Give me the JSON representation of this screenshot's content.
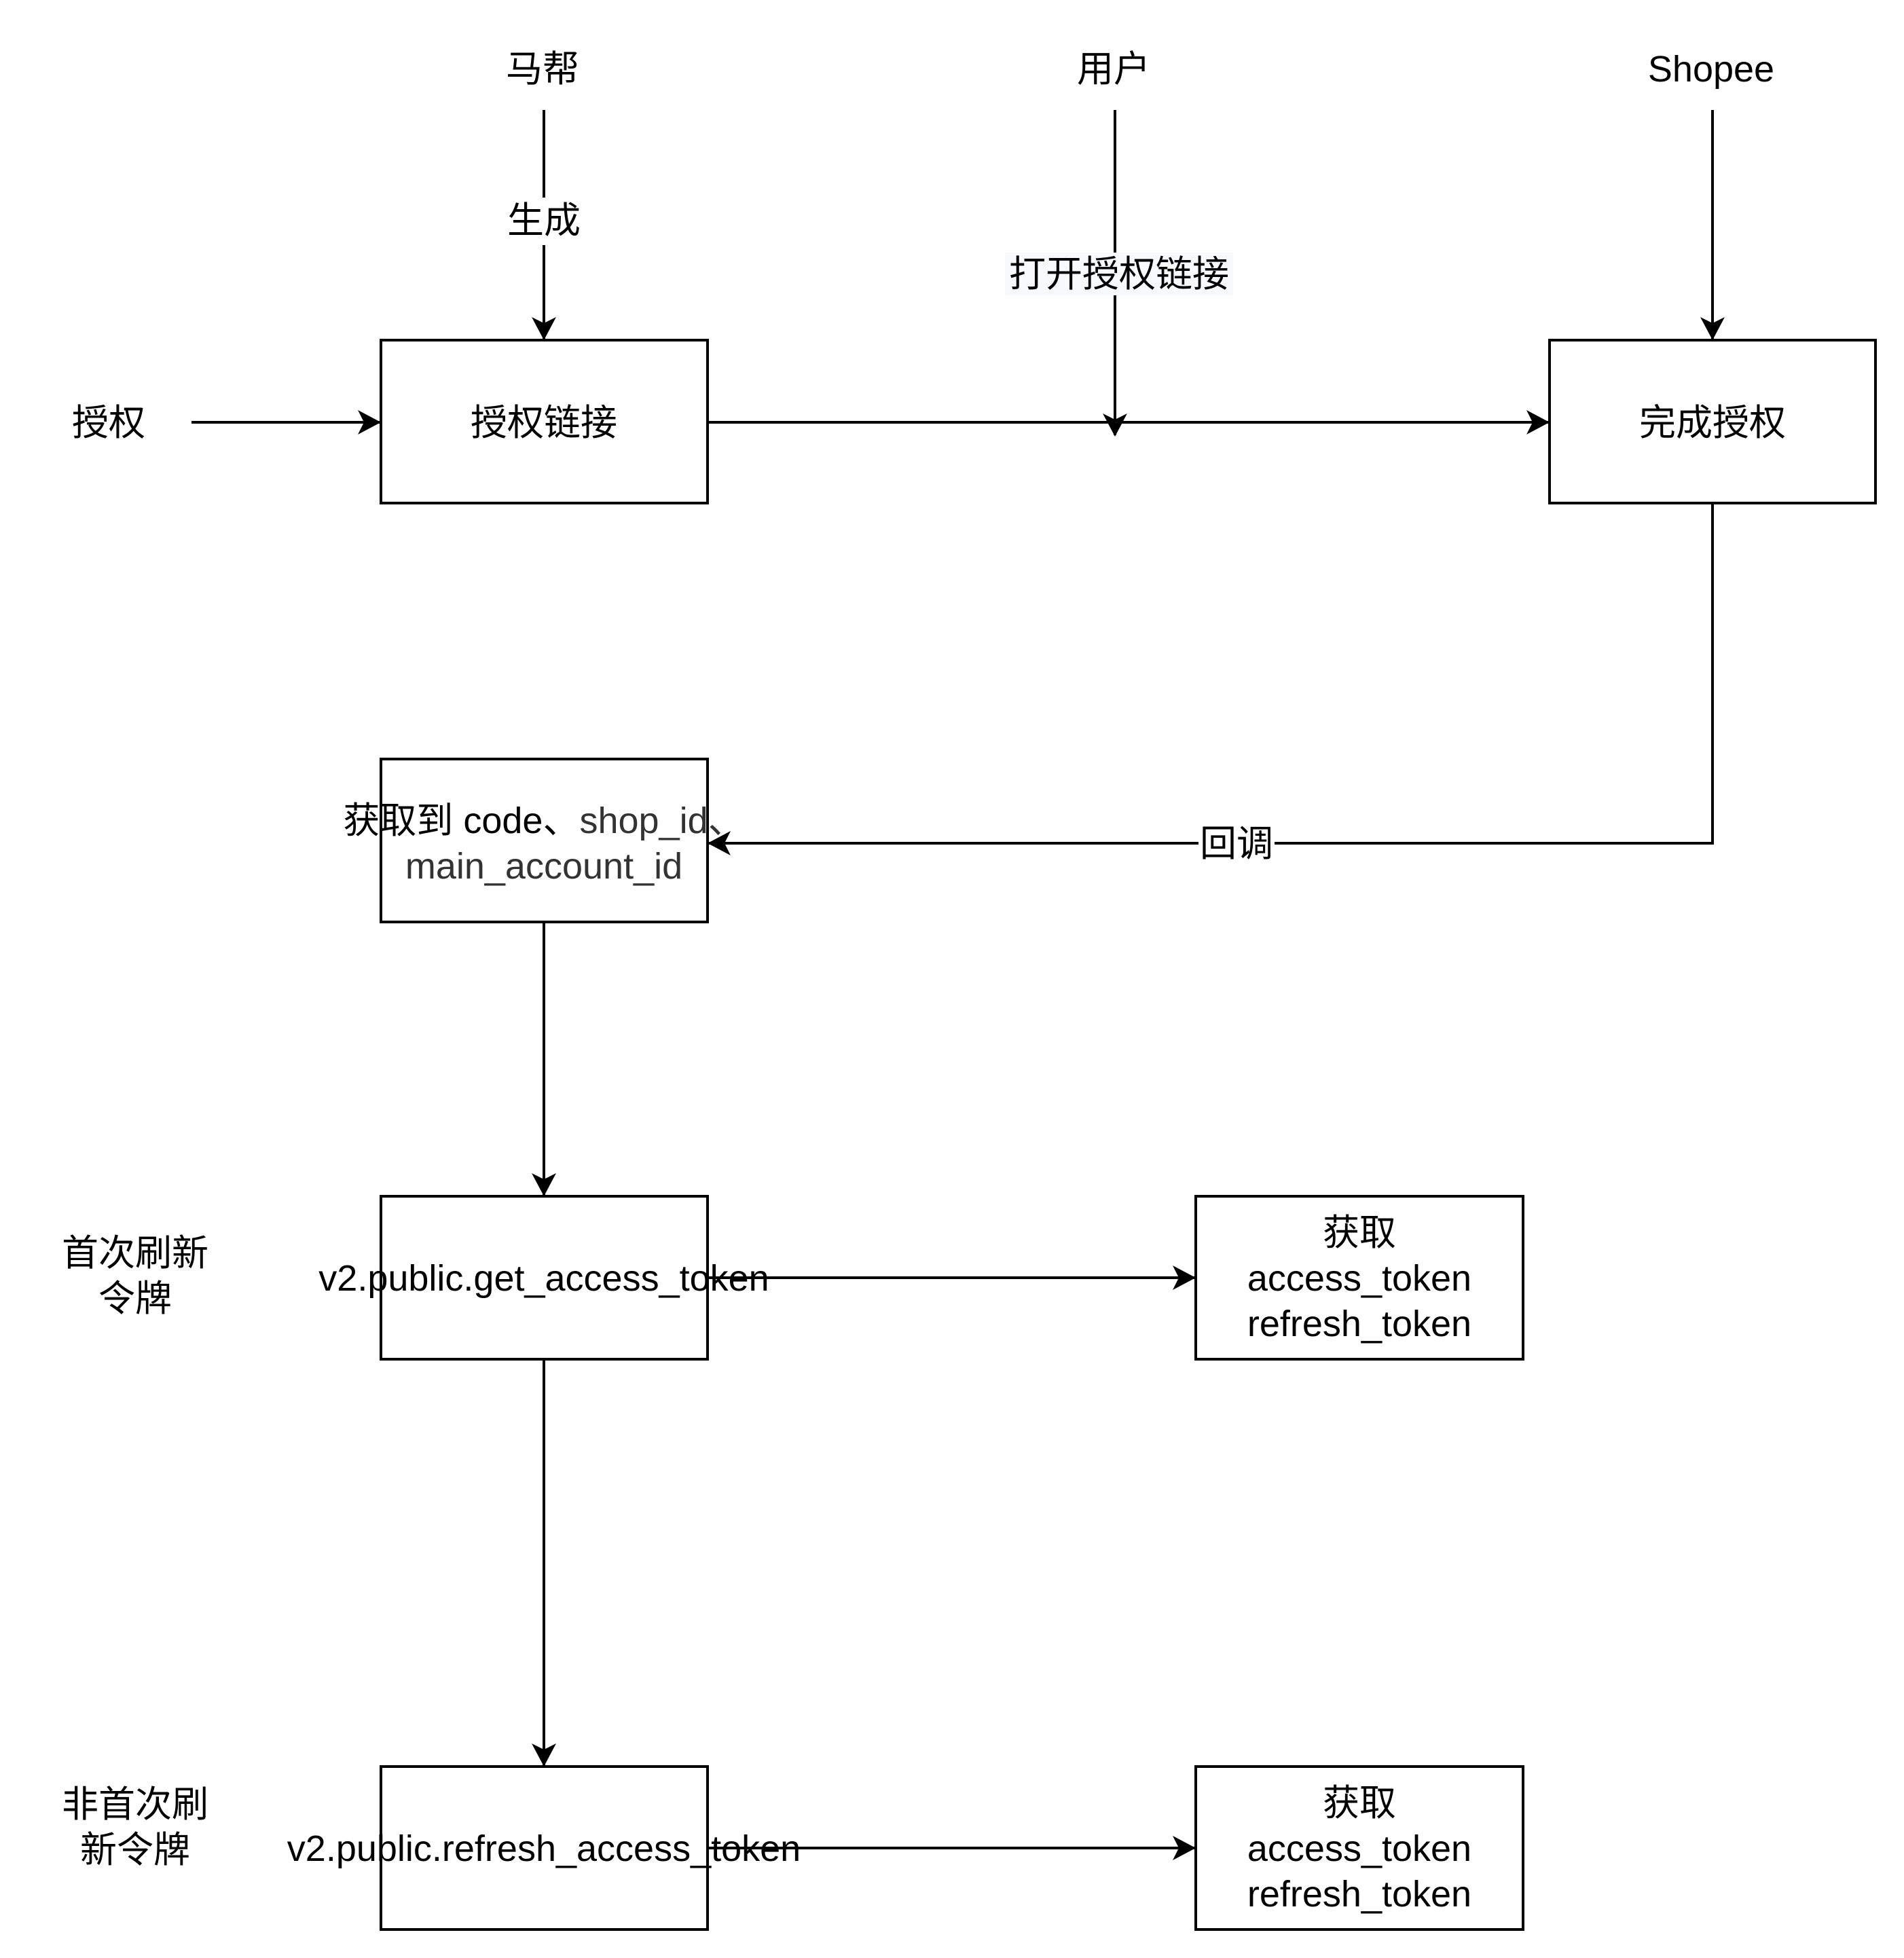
{
  "diagram": {
    "actors": {
      "mabang": "马帮",
      "user": "用户",
      "shopee": "Shopee"
    },
    "start_label": "授权",
    "nodes": {
      "auth_link": "授权链接",
      "complete_auth": "完成授权",
      "callback_result": {
        "line1_prefix": "获取到 code、",
        "line1_suffix": "shop_id、",
        "line2": "main_account_id"
      },
      "get_access_token": "v2.public.get_access_token",
      "refresh_access_token": "v2.public.refresh_access_token",
      "result_first": [
        "获取",
        "access_token",
        "refresh_token"
      ],
      "result_refresh": [
        "获取",
        "access_token",
        "refresh_token"
      ]
    },
    "edge_labels": {
      "generate": "生成",
      "open_link": "打开授权链接",
      "callback": "回调"
    },
    "side_labels": {
      "first_refresh": [
        "首次刷新",
        "令牌"
      ],
      "non_first_refresh": [
        "非首次刷",
        "新令牌"
      ]
    },
    "colors": {
      "stroke": "#000000",
      "text": "#000000",
      "secondary_text": "#333333",
      "label_background": "#f8f9fa"
    }
  }
}
